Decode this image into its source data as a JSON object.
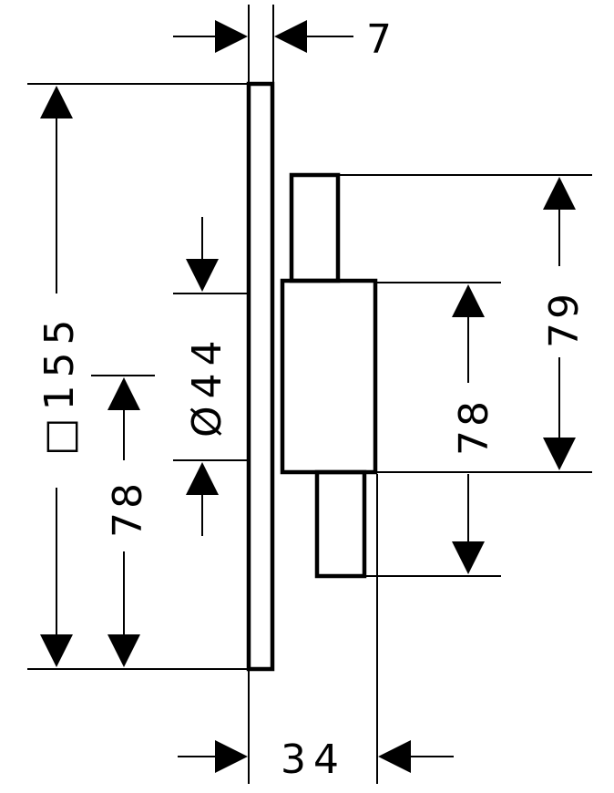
{
  "dimensions": {
    "plate_thickness": "7",
    "plate_size": "□155",
    "diameter": "Ø44",
    "left_offset": "78",
    "right_offset": "78",
    "right_height": "79",
    "depth": "34"
  }
}
